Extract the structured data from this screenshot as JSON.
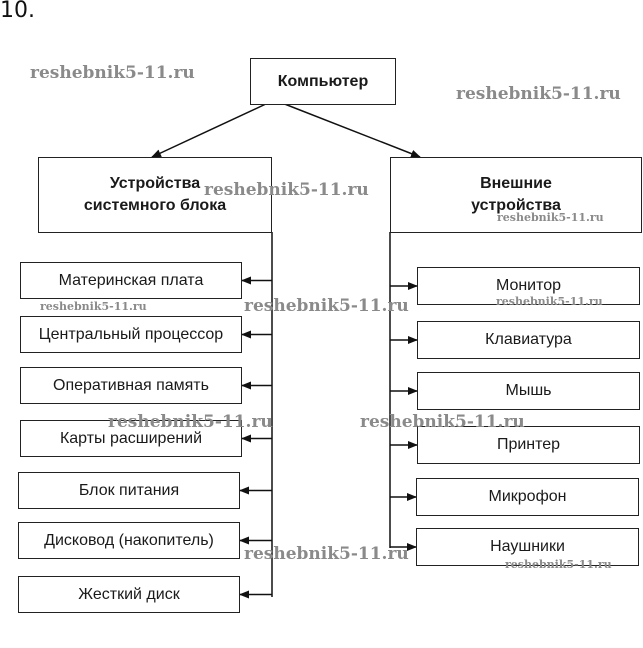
{
  "problem_number": "10.",
  "diagram": {
    "root": {
      "label": "Компьютер"
    },
    "branches": [
      {
        "label": "Устройства системного блока",
        "label_lines": [
          "Устройства",
          "системного блока"
        ],
        "children": [
          "Материнская плата",
          "Центральный процессор",
          "Оперативная память",
          "Карты расширений",
          "Блок питания",
          "Дисковод (накопитель)",
          "Жесткий диск"
        ]
      },
      {
        "label": "Внешние устройства",
        "label_lines": [
          "Внешние",
          "устройства"
        ],
        "children": [
          "Монитор",
          "Клавиатура",
          "Мышь",
          "Принтер",
          "Микрофон",
          "Наушники"
        ]
      }
    ]
  },
  "watermark": "reshebnik5-11.ru"
}
